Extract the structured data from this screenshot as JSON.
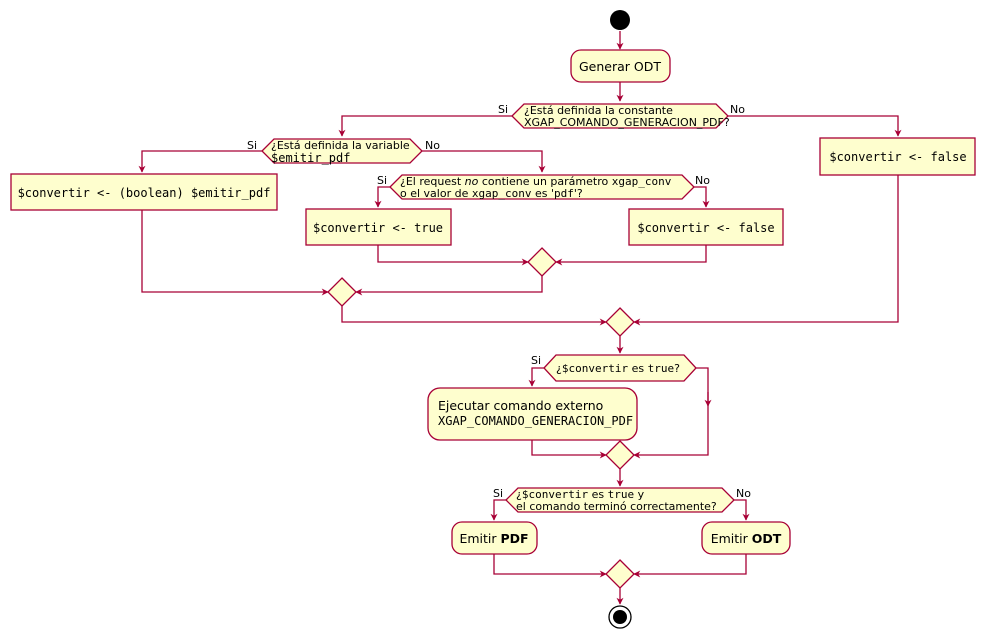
{
  "nodes": {
    "generar_odt": "Generar ODT",
    "cond_constante": {
      "line1": "¿Está definida la constante",
      "line2": "XGAP_COMANDO_GENERACION_PDF?",
      "yes": "Si",
      "no": "No"
    },
    "cond_variable": {
      "line1": "¿Está definida la variable",
      "line2": "$emitir_pdf",
      "yes": "Si",
      "no": "No"
    },
    "convertir_boolean": "$convertir <- (boolean) $emitir_pdf",
    "convertir_false_right": "$convertir <- false",
    "cond_request": {
      "line1_a": "¿El request ",
      "line1_b": "no",
      "line1_c": " contiene un parámetro ",
      "line1_d": "xgap_conv",
      "line2_a": "o el valor de ",
      "line2_b": "xgap_conv",
      "line2_c": " es '",
      "line2_d": "pdf",
      "line2_e": "'?",
      "yes": "Si",
      "no": "No"
    },
    "convertir_true": "$convertir <- true",
    "convertir_false_mid": "$convertir <- false",
    "cond_convertir": {
      "a": "¿",
      "b": "$convertir",
      "c": " es ",
      "d": "true",
      "e": "?",
      "yes": "Si"
    },
    "ejecutar": {
      "line1": "Ejecutar comando externo",
      "line2": "XGAP_COMANDO_GENERACION_PDF"
    },
    "cond_final": {
      "a": "¿",
      "b": "$convertir",
      "c": " es ",
      "d": "true",
      "e": " y",
      "line2": "el comando terminó correctamente?",
      "yes": "Si",
      "no": "No"
    },
    "emitir_pdf": {
      "a": "Emitir ",
      "b": "PDF"
    },
    "emitir_odt": {
      "a": "Emitir ",
      "b": "ODT"
    }
  },
  "colors": {
    "node_fill": "#FEFECE",
    "border": "#A80036",
    "text": "#000000"
  }
}
